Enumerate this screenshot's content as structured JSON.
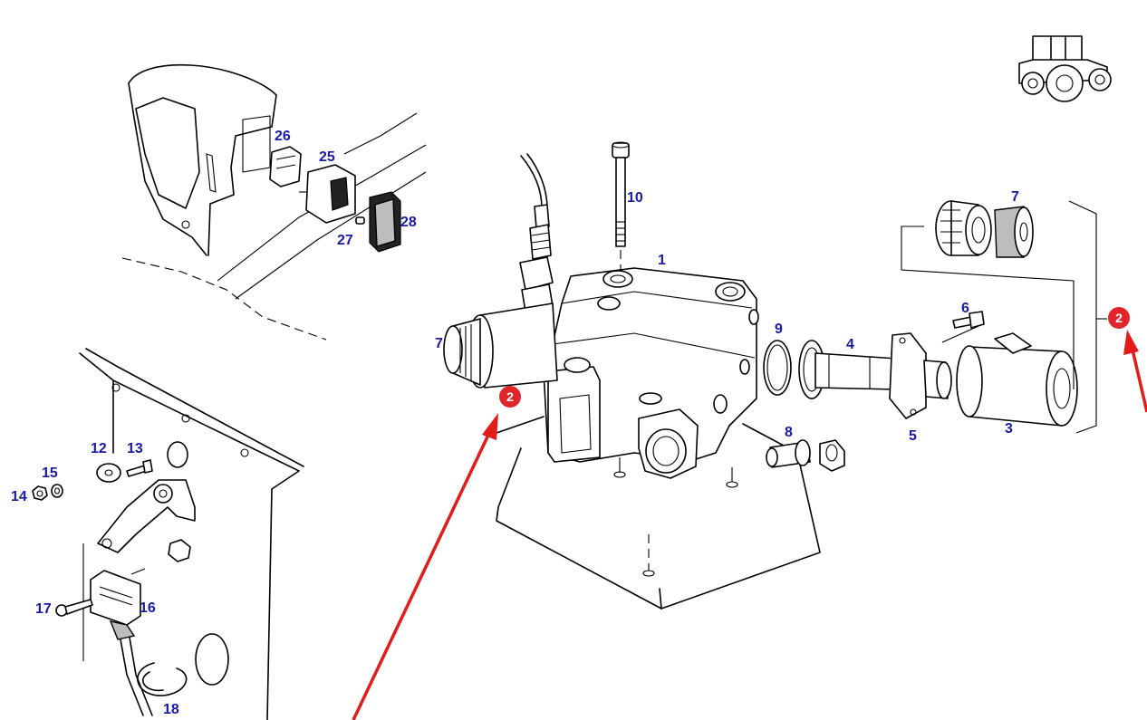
{
  "diagram": {
    "label_color": "#1a1aa8",
    "badge_color": "#e0262b",
    "arrow_color": "#e31b1b",
    "callouts": [
      {
        "id": "c1",
        "text": "1"
      },
      {
        "id": "c3",
        "text": "3"
      },
      {
        "id": "c4",
        "text": "4"
      },
      {
        "id": "c5",
        "text": "5"
      },
      {
        "id": "c6",
        "text": "6"
      },
      {
        "id": "c7a",
        "text": "7"
      },
      {
        "id": "c7b",
        "text": "7"
      },
      {
        "id": "c8",
        "text": "8"
      },
      {
        "id": "c9",
        "text": "9"
      },
      {
        "id": "c10",
        "text": "10"
      },
      {
        "id": "c12",
        "text": "12"
      },
      {
        "id": "c13",
        "text": "13"
      },
      {
        "id": "c14",
        "text": "14"
      },
      {
        "id": "c15",
        "text": "15"
      },
      {
        "id": "c16",
        "text": "16"
      },
      {
        "id": "c17",
        "text": "17"
      },
      {
        "id": "c18",
        "text": "18"
      },
      {
        "id": "c25",
        "text": "25"
      },
      {
        "id": "c26",
        "text": "26"
      },
      {
        "id": "c27",
        "text": "27"
      },
      {
        "id": "c28",
        "text": "28"
      }
    ],
    "badges": [
      {
        "id": "b-left",
        "text": "2"
      },
      {
        "id": "b-right",
        "text": "2"
      }
    ]
  }
}
